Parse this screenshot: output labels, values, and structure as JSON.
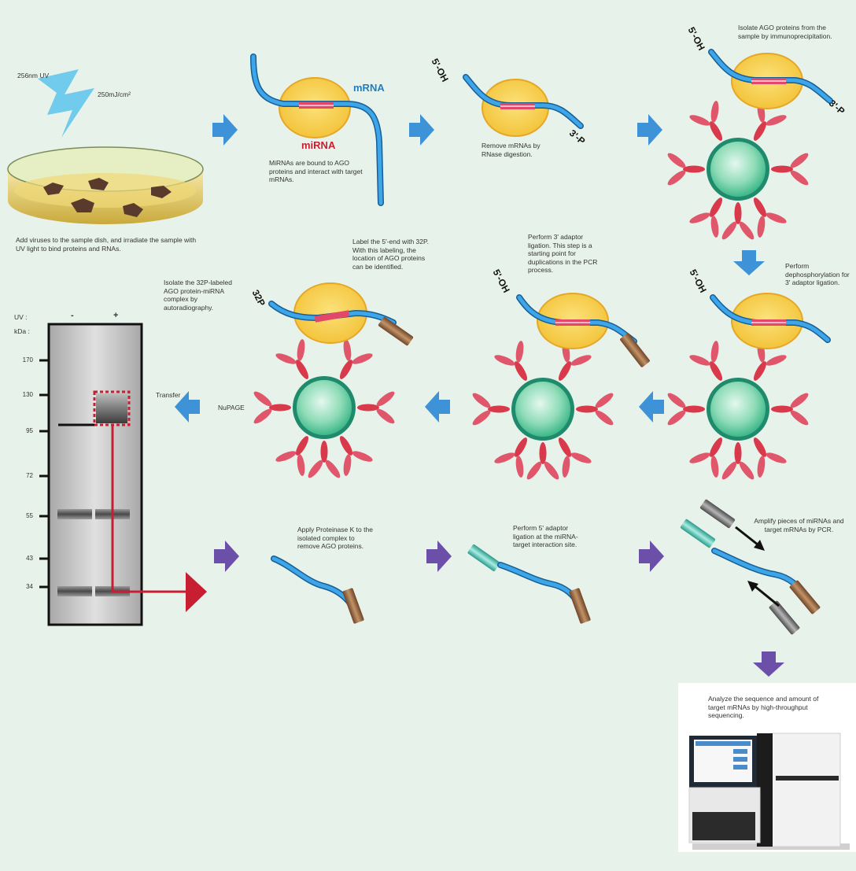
{
  "steps": {
    "uv_label": "256nm UV",
    "dose_label": "250mJ/cm²",
    "step1": "Add viruses to the sample dish, and irradiate the sample with UV light to bind proteins and RNAs.",
    "mrna_label": "mRNA",
    "mirna_label": "miRNA",
    "step2": "MiRNAs are bound to AGO proteins and interact with target mRNAs.",
    "step3": "Remove mRNAs by RNase digestion.",
    "step4": "Isolate AGO proteins from the sample by immunoprecipitation.",
    "step5": "Perform dephosphorylation for 3' adaptor ligation.",
    "step6": "Perform 3' adaptor ligation. This step is a starting point for duplications in the PCR process.",
    "step7": "Label the 5'-end with 32P. With this labeling, the location of AGO proteins can be identified.",
    "step8": "Isolate the 32P-labeled AGO protein-miRNA complex by autoradiography.",
    "transfer": "Transfer",
    "nupage": "NuPAGE",
    "step9": "Apply Proteinase K to the isolated complex to remove AGO proteins.",
    "step10": "Perform 5' adaptor ligation at the miRNA-target interaction site.",
    "step11": "Amplify pieces of miRNAs and target mRNAs by PCR.",
    "step12": "Analyze the sequence and amount of target mRNAs by high-throughput sequencing.",
    "oh5": "5'-OH",
    "p3": "3'-P",
    "p32": "32P"
  },
  "gel": {
    "uv": "UV :",
    "kda": "kDa :",
    "minus": "-",
    "plus": "+",
    "markers": [
      "170",
      "130",
      "95",
      "72",
      "55",
      "43",
      "34"
    ]
  },
  "colors": {
    "background": "#e7f2ea",
    "arrow_blue": "#3e93d8",
    "arrow_purple": "#6b4fa8",
    "rna_blue": "#1f7fc4",
    "ago_yellow": "#f6cb3e",
    "bead_green": "#3fb88a",
    "antibody_red": "#d8394b",
    "adaptor_brown": "#9b6a44",
    "adaptor_teal": "#4ec3b3",
    "highlight_red": "#c81e32"
  }
}
